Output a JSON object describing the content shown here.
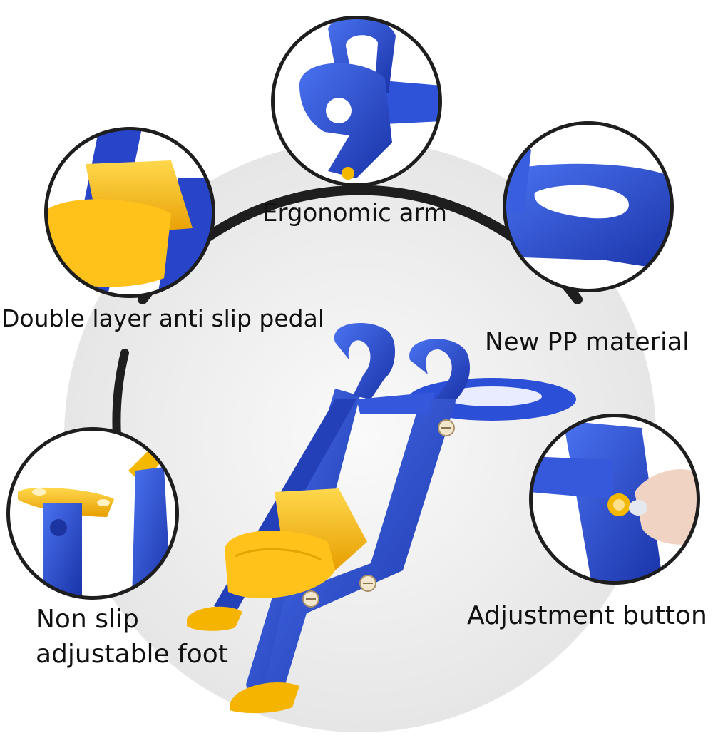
{
  "features": {
    "ergonomic_arm": "Ergonomic arm",
    "anti_slip_pedal": "Double layer anti slip pedal",
    "pp_material": "New PP material",
    "adjustable_foot_line1": "Non slip",
    "adjustable_foot_line2": "adjustable foot",
    "adjustment_button": "Adjustment button"
  },
  "colors": {
    "plastic_blue": "#1f3fc4",
    "plastic_blue_light": "#3d63e8",
    "pedal_yellow": "#f5b800",
    "pedal_yellow_light": "#ffd24a",
    "ring_dark": "#222222",
    "backdrop_grey": "#efefef"
  }
}
